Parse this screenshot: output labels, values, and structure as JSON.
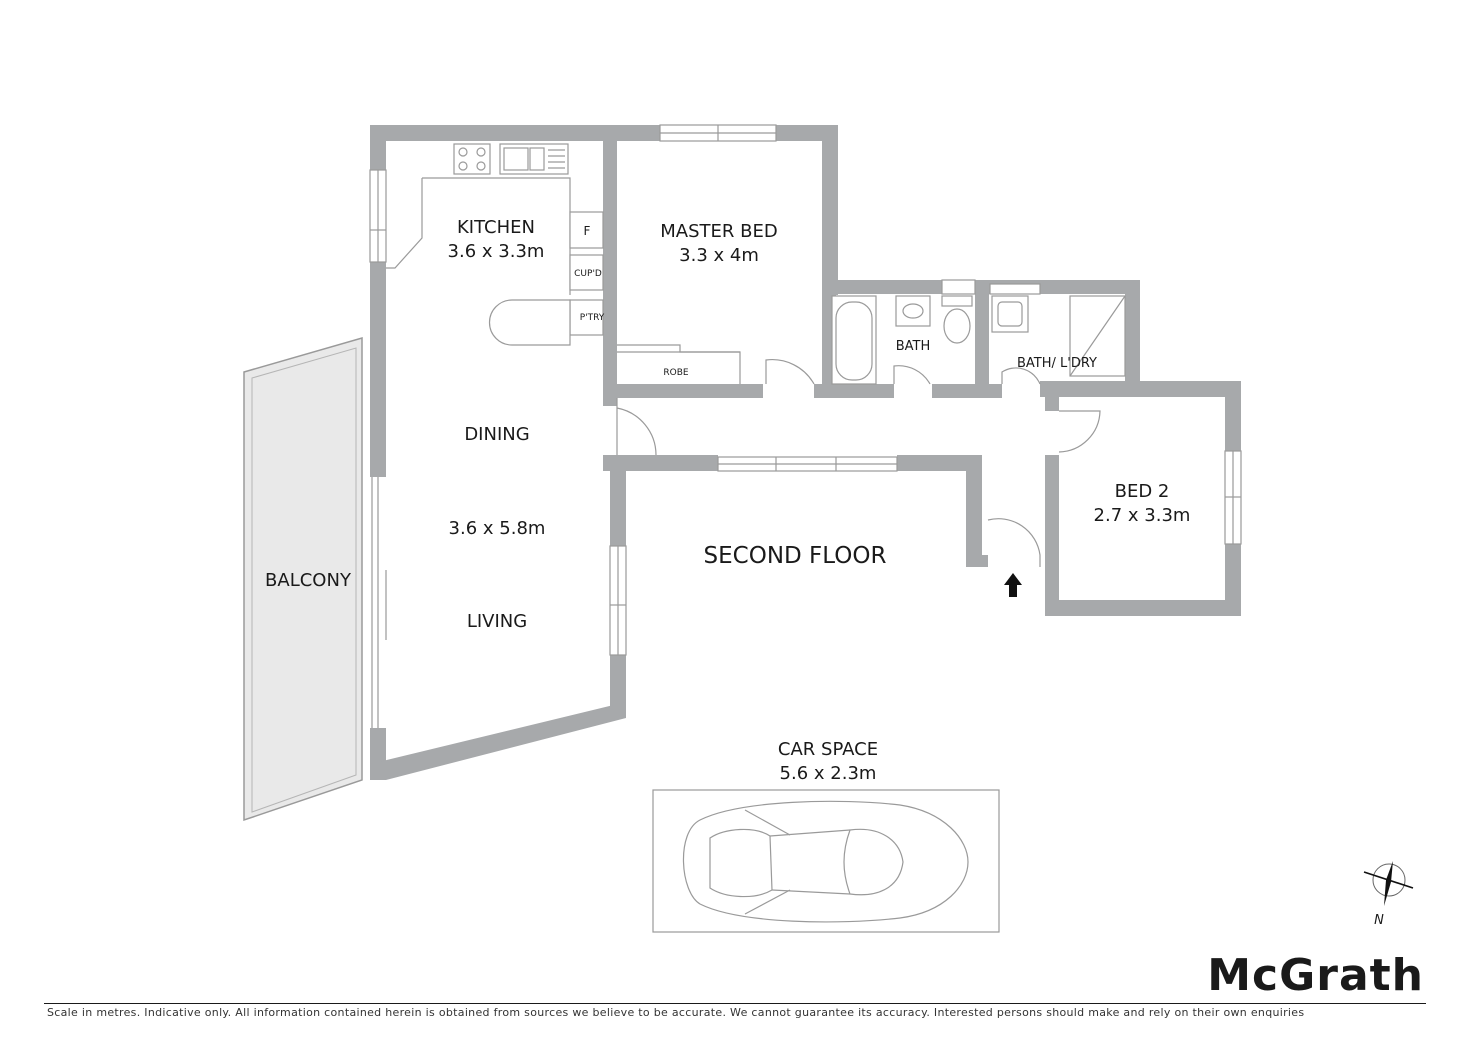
{
  "rooms": {
    "kitchen": {
      "name": "KITCHEN",
      "dims": "3.6 x 3.3m"
    },
    "master_bed": {
      "name": "MASTER BED",
      "dims": "3.3 x 4m"
    },
    "bath": {
      "name": "BATH"
    },
    "bath_laundry": {
      "name": "BATH/ L'DRY"
    },
    "dining": {
      "name": "DINING"
    },
    "living": {
      "name": "LIVING",
      "dims": "3.6 x 5.8m"
    },
    "bed2": {
      "name": "BED 2",
      "dims": "2.7 x 3.3m"
    },
    "balcony": {
      "name": "BALCONY"
    },
    "floor_label": "SECOND FLOOR",
    "car_space": {
      "name": "CAR SPACE",
      "dims": "5.6 x 2.3m"
    }
  },
  "fixtures": {
    "fridge": "F",
    "cupboard": "CUP'D",
    "pantry": "P'TRY",
    "robe": "ROBE"
  },
  "compass": {
    "north": "N"
  },
  "brand": {
    "name": "McGrath"
  },
  "disclaimer": "Scale in metres. Indicative only. All information contained herein is obtained from sources we believe to be accurate. We cannot guarantee its accuracy. Interested persons should make and rely on their own enquiries",
  "colors": {
    "wall": "#a7a9ab",
    "text": "#1a1a1a",
    "balcony_fill": "#e9e9e9"
  }
}
